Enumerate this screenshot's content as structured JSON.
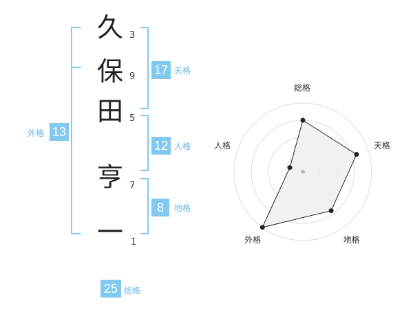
{
  "name": {
    "characters": [
      {
        "char": "久",
        "strokes": "3"
      },
      {
        "char": "保",
        "strokes": "9"
      },
      {
        "char": "田",
        "strokes": "5"
      },
      {
        "char": "亨",
        "strokes": "7"
      },
      {
        "char": "一",
        "strokes": "1"
      }
    ]
  },
  "kakusu": {
    "tenkaku": {
      "value": "17",
      "label": "天格"
    },
    "jinkaku": {
      "value": "12",
      "label": "人格"
    },
    "chikaku": {
      "value": "8",
      "label": "地格"
    },
    "gaikaku": {
      "value": "13",
      "label": "外格"
    },
    "soukaku": {
      "value": "25",
      "label": "総格"
    }
  },
  "radar": {
    "axes": [
      "総格",
      "天格",
      "地格",
      "外格",
      "人格"
    ],
    "values": [
      0.75,
      0.82,
      0.7,
      1.0,
      0.2
    ],
    "rings": 4
  },
  "colors": {
    "accent": "#82c9ef",
    "bracket": "#82c9ef",
    "label": "#66b8e4",
    "text": "#222222",
    "radar_fill": "#efefef",
    "radar_ring": "#dcdcdc"
  }
}
